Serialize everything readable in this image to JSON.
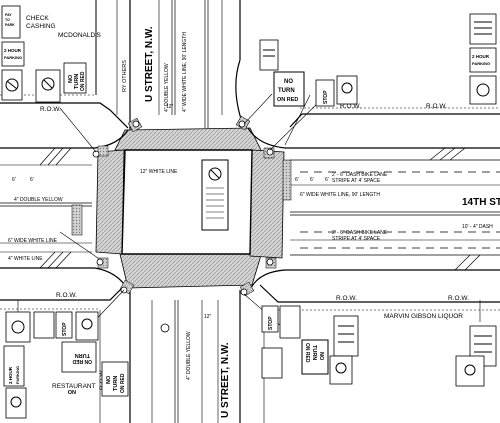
{
  "streets": {
    "u_street_north": "U STREET, N.W.",
    "u_street_south": "U STREET, N.W.",
    "fourteenth_street": "14TH ST"
  },
  "businesses": {
    "check_cashing": "CHECK CASHING",
    "mcdonalds": "MCDONALD'S",
    "restaurant": "RESTAURANT",
    "liquor": "MARVIN GIBSON LIQUOR",
    "ry_others": "RY OTHERS"
  },
  "row_labels": [
    "R.O.W.",
    "R.O.W.",
    "R.O.W.",
    "R.O.W.",
    "R.O.W.",
    "R.O.W."
  ],
  "line_notes": {
    "white_line_north": "4\" WIDE WHITE LINE, 90' LENGTH",
    "yellow_north": "4\" DOUBLE YELLOW",
    "white_line_center": "12\" WHITE LINE",
    "bike_lane_east_top_1": "2' - 6\" DASH BIKE LANE",
    "bike_lane_east_top_2": "STRIPE AT 4' SPACE",
    "white_line_east": "6\" WIDE WHITE LINE, 90' LENGTH",
    "bike_lane_east_bot_1": "2' - 6\" DASH BIKE LANE",
    "bike_lane_east_bot_2": "STRIPE AT 4' SPACE",
    "yellow_west": "4\" DOUBLE YELLOW",
    "white_line_west": "6\" WIDE WHITE LINE",
    "white_line_west_2": "4\" WHITE LINE",
    "yellow_south": "4\" DOUBLE YELLOW",
    "dash_east": "10' - 4\" DASH",
    "dims": [
      "12\"",
      "12\"",
      "6'",
      "6'",
      "6'",
      "6'",
      "6'"
    ]
  },
  "signs": {
    "no_turn_on_red": "NO TURN ON RED",
    "stop": "STOP",
    "two_hour_parking": "2 HOUR PARKING",
    "pay_to_park": "PAY TO PARK"
  },
  "colors": {
    "line": "#000000",
    "crosswalk": "#b8b8b8",
    "ramp": "#888888"
  }
}
